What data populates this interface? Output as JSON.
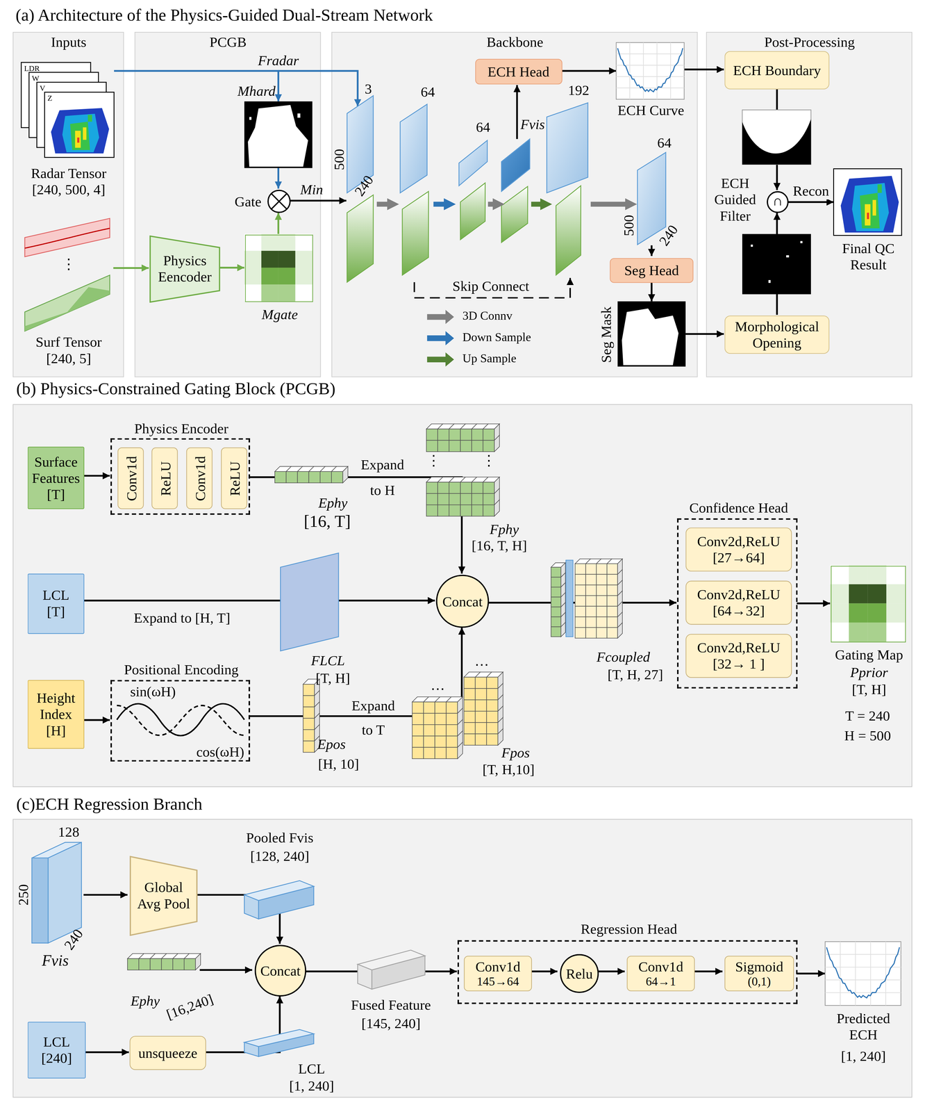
{
  "diagram": {
    "nodes": [
      {
        "text": [
          "(a) Architecture of the Physics-Guided Dual-Stream Network"
        ]
      },
      {
        "text": [
          "Inputs"
        ],
        "in": 0
      },
      {
        "text": [
          "PCGB"
        ],
        "in": 0
      },
      {
        "text": [
          "Backbone"
        ],
        "in": 0
      },
      {
        "text": [
          "Post-Processing"
        ],
        "in": 0
      },
      {
        "text": [
          "LDR",
          "W",
          "V",
          "Z",
          "Radar Tensor [240, 500, 4]"
        ],
        "in": 1
      },
      {
        "text": [
          "⋮",
          "Surf Tensor [240, 5]"
        ],
        "in": 1
      },
      {
        "text": [
          "Physics Eencoder"
        ],
        "in": 2
      },
      {
        "text": [
          "Mhard"
        ],
        "in": 2
      },
      {
        "text": [
          "Gate"
        ],
        "in": 2
      },
      {
        "text": [
          "Mgate"
        ],
        "in": 2
      },
      {
        "text": [
          "ECH Head"
        ],
        "in": 3
      },
      {
        "text": [
          "Seg Head"
        ],
        "in": 3
      },
      {
        "text": [
          "ECH Curve"
        ],
        "in": 3
      },
      {
        "text": [
          "Seg Mask"
        ],
        "in": 3
      },
      {
        "text": [
          "ECH Boundary"
        ],
        "in": 4
      },
      {
        "text": [
          "∩",
          "ECH Guided Filter"
        ],
        "in": 4
      },
      {
        "text": [
          "Final QC Result"
        ],
        "in": 4
      },
      {
        "text": [
          "Morphological Opening"
        ],
        "in": 4
      },
      {
        "text": [
          "(b) Physics-Constrained Gating Block (PCGB)"
        ]
      },
      {
        "text": [
          "Surface Features [T]"
        ],
        "in": 19
      },
      {
        "text": [
          "Physics Encoder"
        ],
        "in": 19
      },
      {
        "text": [
          "Conv1d"
        ],
        "in": 21
      },
      {
        "text": [
          "ReLU"
        ],
        "in": 21
      },
      {
        "text": [
          "Conv1d"
        ],
        "in": 21
      },
      {
        "text": [
          "ReLU"
        ],
        "in": 21
      },
      {
        "text": [
          "LCL [T]"
        ],
        "in": 19
      },
      {
        "text": [
          "Height Index [H]"
        ],
        "in": 19
      },
      {
        "text": [
          "Positional Encoding",
          "sin(ωH)",
          "cos(ωH)"
        ],
        "in": 19
      },
      {
        "text": [
          "Concat"
        ],
        "in": 19
      },
      {
        "text": [
          "Confidence Head"
        ],
        "in": 19
      },
      {
        "text": [
          "Conv2d,ReLU [27→64]"
        ],
        "in": 30
      },
      {
        "text": [
          "Conv2d,ReLU [64→32]"
        ],
        "in": 30
      },
      {
        "text": [
          "Conv2d,ReLU [32→ 1 ]"
        ],
        "in": 30
      },
      {
        "text": [
          "Gating Map",
          "Pprior",
          "[T, H]"
        ],
        "in": 19
      },
      {
        "text": [
          "(c)ECH Regression Branch"
        ]
      },
      {
        "text": [
          "Global Avg Pool"
        ],
        "in": 35
      },
      {
        "text": [
          "Concat"
        ],
        "in": 35
      },
      {
        "text": [
          "LCL [240]"
        ],
        "in": 35
      },
      {
        "text": [
          "unsqueeze"
        ],
        "in": 35
      },
      {
        "text": [
          "Regression Head"
        ],
        "in": 35
      },
      {
        "text": [
          "Conv1d",
          "145→64"
        ],
        "in": 40
      },
      {
        "text": [
          "Relu"
        ],
        "in": 40
      },
      {
        "text": [
          "Conv1d",
          "64→1"
        ],
        "in": 40
      },
      {
        "text": [
          "Sigmoid",
          "(0,1)"
        ],
        "in": 40
      },
      {
        "text": [
          "Predicted ECH",
          "[1, 240]"
        ],
        "in": 35
      }
    ],
    "edges": [
      {
        "from": 5,
        "to": 8,
        "arrow": "to"
      },
      {
        "from": 8,
        "to": 9,
        "arrow": "to"
      },
      {
        "from": 10,
        "to": 9,
        "arrow": "to"
      },
      {
        "from": 6,
        "to": 7,
        "arrow": "to"
      },
      {
        "from": 7,
        "to": 10,
        "arrow": "to"
      },
      {
        "from": 11,
        "to": 13,
        "arrow": "to"
      },
      {
        "from": 13,
        "to": 15,
        "arrow": "to"
      },
      {
        "from": 15,
        "to": 16,
        "arrow": "to"
      },
      {
        "from": 12,
        "to": 14,
        "arrow": "to"
      },
      {
        "from": 14,
        "to": 18,
        "arrow": "to"
      },
      {
        "from": 18,
        "to": 16,
        "arrow": "to"
      },
      {
        "from": 16,
        "to": 17,
        "label": "Recon",
        "arrow": "to"
      },
      {
        "from": 20,
        "to": 21,
        "arrow": "to"
      },
      {
        "from": 21,
        "to": 29,
        "arrow": "to"
      },
      {
        "from": 26,
        "to": 29,
        "label": "Expand to [H, T]",
        "arrow": "to"
      },
      {
        "from": 27,
        "to": 28,
        "arrow": "to"
      },
      {
        "from": 28,
        "to": 29,
        "arrow": "to"
      },
      {
        "from": 29,
        "to": 30,
        "arrow": "to"
      },
      {
        "from": 30,
        "to": 34,
        "arrow": "to"
      },
      {
        "from": 36,
        "to": 37,
        "arrow": "to"
      },
      {
        "from": 38,
        "to": 39,
        "arrow": "to"
      },
      {
        "from": 39,
        "to": 37,
        "arrow": "to"
      },
      {
        "from": 37,
        "to": 40,
        "arrow": "to"
      },
      {
        "from": 41,
        "to": 42,
        "arrow": "to"
      },
      {
        "from": 42,
        "to": 43,
        "arrow": "to"
      },
      {
        "from": 43,
        "to": 44,
        "arrow": "to"
      },
      {
        "from": 40,
        "to": 45,
        "arrow": "to"
      }
    ],
    "labels": [
      "Fradar",
      "Min",
      "3",
      "500",
      "240",
      "64",
      "64",
      "Fvis",
      "192",
      "64",
      "500",
      "240",
      "Skip Connect",
      "Ephy",
      "[16, T]",
      "Expand",
      "to H",
      "⋮",
      "⋮",
      "Fphy",
      "[16, T, H]",
      "FLCL",
      "[T, H]",
      "Epos",
      "[H, 10]",
      "Expand",
      "to T",
      "⋯",
      "⋯",
      "Fpos",
      "[T, H,10]",
      "Fcoupled",
      "[T, H, 27]",
      "T = 240",
      "H = 500",
      "128",
      "250",
      "240",
      "Fvis",
      "Pooled Fvis",
      "[128, 240]",
      "Ephy",
      "[16,240]",
      "LCL",
      "[1, 240]",
      "Fused Feature",
      "[145, 240]"
    ],
    "legend": [
      {
        "text": "3D Connv",
        "color": "#7f7f7f"
      },
      {
        "text": "Down Sample",
        "color": "#2e75b6"
      },
      {
        "text": "Up Sample",
        "color": "#548235"
      }
    ]
  }
}
